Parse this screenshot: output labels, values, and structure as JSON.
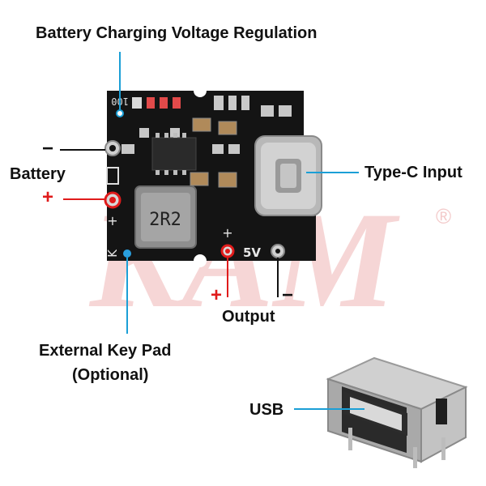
{
  "labels": {
    "voltage_regulation": "Battery Charging Voltage Regulation",
    "battery": "Battery",
    "type_c_input": "Type-C Input",
    "output": "Output",
    "external_key_pad_line1": "External Key Pad",
    "external_key_pad_line2": "(Optional)",
    "usb": "USB"
  },
  "polarity": {
    "plus": "+",
    "minus": "−"
  },
  "board_markings": {
    "inductor": "2R2",
    "output_voltage": "5V",
    "key": "K",
    "plus": "+",
    "top_marks": "100"
  },
  "watermark": {
    "text": "KAM",
    "registered": "®"
  },
  "colors": {
    "positive": "#e01b1b",
    "negative": "#111111",
    "callout_blue": "#1b9fd6",
    "pcb": "#141414",
    "watermark": "#f3c9c9"
  }
}
